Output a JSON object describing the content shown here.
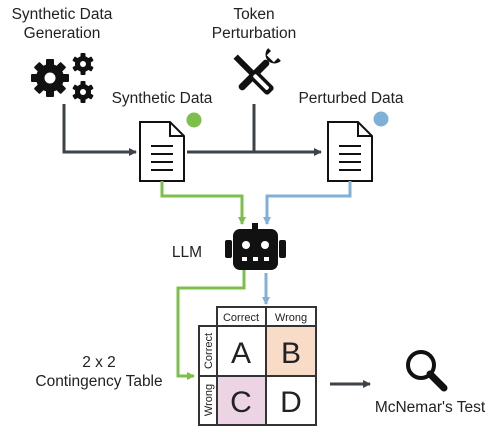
{
  "labels": {
    "synthetic_gen_line1": "Synthetic Data",
    "synthetic_gen_line2": "Generation",
    "token_pert_line1": "Token",
    "token_pert_line2": "Perturbation",
    "synthetic_data": "Synthetic Data",
    "perturbed_data": "Perturbed Data",
    "llm": "LLM",
    "contingency_line1": "2 x 2",
    "contingency_line2": "Contingency Table",
    "mcnemar": "McNemar's Test"
  },
  "table": {
    "col_headers": [
      "Correct",
      "Wrong"
    ],
    "row_headers": [
      "Correct",
      "Wrong"
    ],
    "cells": [
      "A",
      "B",
      "C",
      "D"
    ]
  },
  "colors": {
    "synthetic": "#7dbf4b",
    "perturbed": "#7fb0d8",
    "dark_line": "#3d4349",
    "cell_b_fill": "#f8dcc8",
    "cell_c_fill": "#ecd4e4"
  },
  "icons": {
    "generation": "gears-icon",
    "perturbation": "tools-icon",
    "document": "document-icon",
    "llm": "robot-icon",
    "test": "magnifier-icon"
  }
}
